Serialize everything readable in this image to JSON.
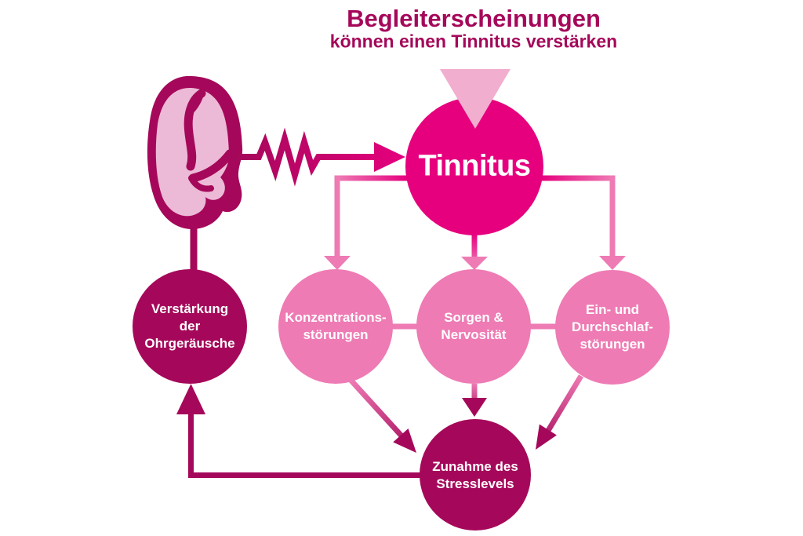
{
  "title": "Begleiterscheinungen",
  "subtitle": "können einen Tinnitus verstärken",
  "nodes": {
    "tinnitus": "Tinnitus",
    "verstaerkung": "Verstärkung\nder\nOhrgeräusche",
    "konzentration": "Konzentrations-\nstörungen",
    "sorgen": "Sorgen &\nNervosität",
    "schlaf": "Ein- und\nDurchschlaf-\nstörungen",
    "zunahme": "Zunahme des\nStresslevels"
  },
  "icons": {
    "ear": "ear-icon",
    "sound_wave": "sound-wave-arrow-icon",
    "pointer_triangle": "pointer-triangle-icon"
  },
  "colors": {
    "bright_pink": "#E6007E",
    "medium_pink": "#EE7BB4",
    "dark_pink": "#A5085A",
    "light_pink": "#F2AECE",
    "inner_ear_pink": "#ECBAD6",
    "text_white": "#FFFFFF",
    "background": "#FFFFFF"
  }
}
